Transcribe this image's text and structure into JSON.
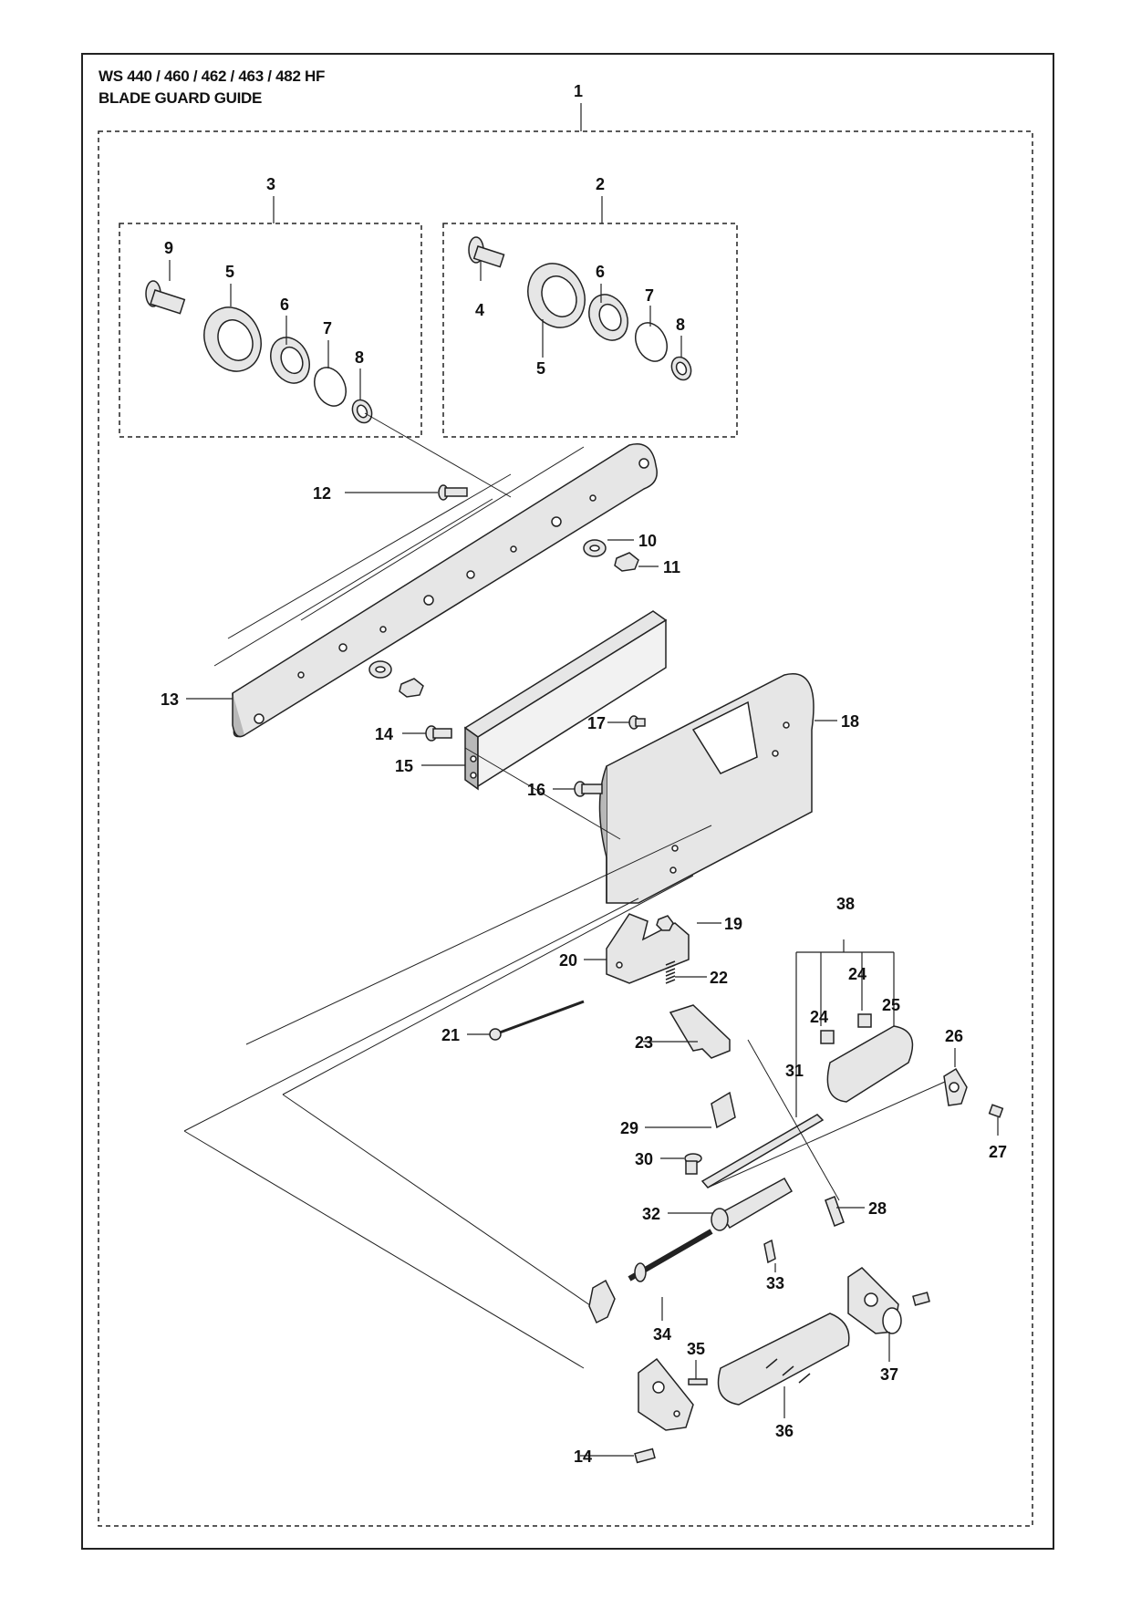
{
  "header": {
    "model_line": "WS 440 / 460 / 462 / 463 / 482 HF",
    "section_title": "BLADE GUARD GUIDE"
  },
  "callouts": {
    "n1": "1",
    "n2": "2",
    "n3": "3",
    "n4": "4",
    "n5": "5",
    "n6": "6",
    "n7": "7",
    "n8": "8",
    "n9": "9",
    "n10": "10",
    "n11": "11",
    "n12": "12",
    "n13": "13",
    "n14": "14",
    "n15": "15",
    "n16": "16",
    "n17": "17",
    "n18": "18",
    "n19": "19",
    "n20": "20",
    "n21": "21",
    "n22": "22",
    "n23": "23",
    "n24": "24",
    "n25": "25",
    "n26": "26",
    "n27": "27",
    "n28": "28",
    "n29": "29",
    "n30": "30",
    "n31": "31",
    "n32": "32",
    "n33": "33",
    "n34": "34",
    "n35": "35",
    "n36": "36",
    "n37": "37",
    "n38": "38"
  },
  "colors": {
    "line": "#222222",
    "part_fill": "#e6e6e6",
    "part_shade": "#b8b8b8"
  }
}
